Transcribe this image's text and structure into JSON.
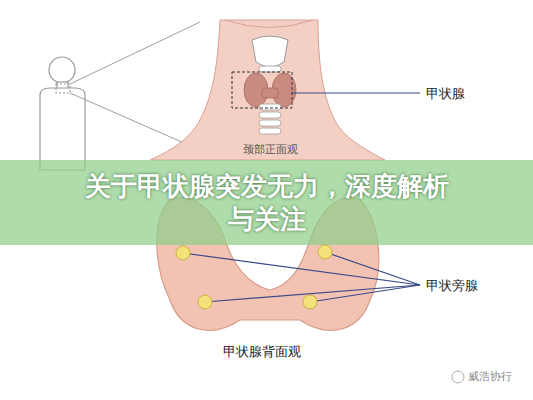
{
  "diagram": {
    "title": "关于甲状腺突发无力，深度解析与关注",
    "labels": [
      "颈部正面观",
      "甲状腺",
      "甲状旁腺",
      "甲状腺背面观",
      "威浩协行"
    ]
  }
}
